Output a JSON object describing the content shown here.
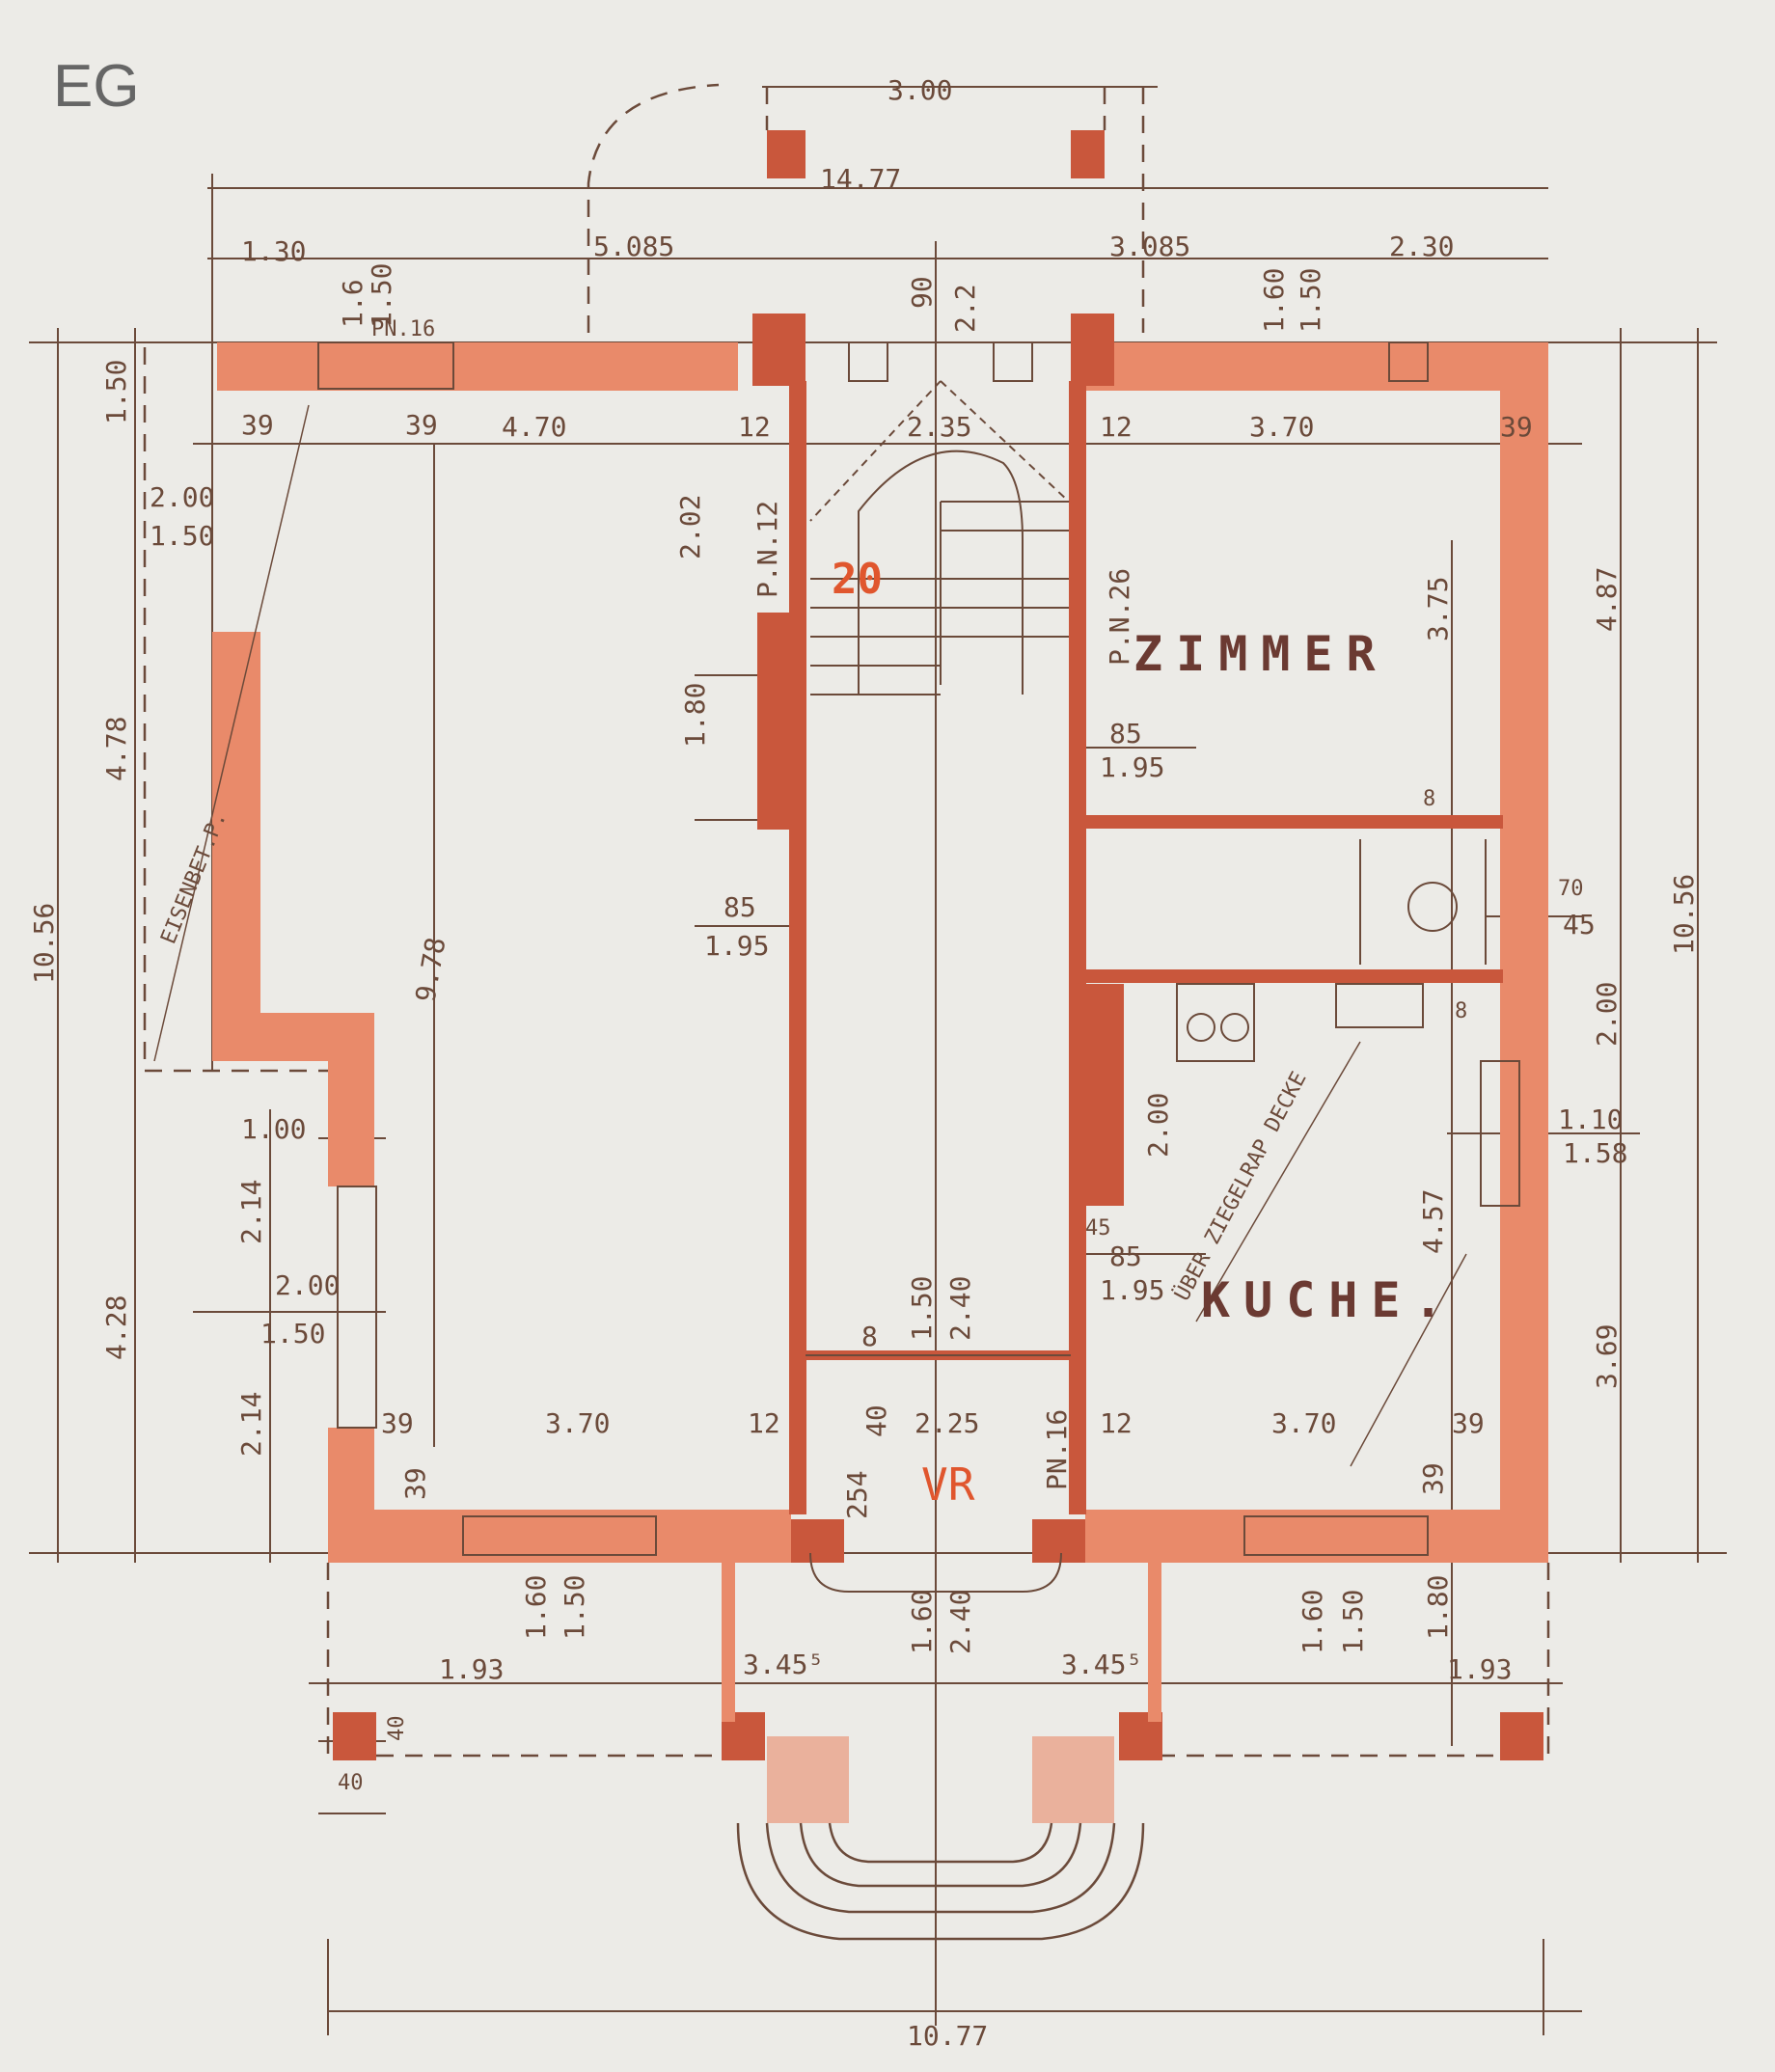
{
  "floor_label": "EG",
  "rooms": {
    "zimmer": "ZIMMER",
    "kuche": "KUCHE.",
    "vr": "VR",
    "stair_number": "20"
  },
  "notes": {
    "eisen": "EISENBET.P.",
    "ziegel": "ÜBER ZIEGELRAP DECKE",
    "pn12": "P.N.12",
    "pn26": "P.N.26",
    "pn16_top": "PN.16",
    "pn16_vr": "PN.16"
  },
  "dims": {
    "top_300": "3.00",
    "top_1477": "14.77",
    "top_5085": "5.085",
    "top_3085": "3.085",
    "top_130": "1.30",
    "top_230": "2.30",
    "top_150a": "1.50",
    "top_160b": "1.60",
    "top_150b": "1.50",
    "top_90": "90",
    "top_22": "2.2",
    "top_160a": "1.6",
    "row2_39a": "39",
    "row2_39b": "39",
    "row2_470": "4.70",
    "row2_12a": "12",
    "row2_235": "2.35",
    "row2_12b": "12",
    "row2_370": "3.70",
    "row2_39c": "39",
    "left_150": "1.50",
    "left_200": "2.00",
    "left_150b": "1.50",
    "left_478": "4.78",
    "left_1056": "10.56",
    "left_100": "1.00",
    "left_214a": "2.14",
    "left_428": "4.28",
    "left_200b": "2.00",
    "left_150c": "1.50",
    "left_214b": "2.14",
    "mid_978": "9.78",
    "st_202": "2.02",
    "st_180": "1.80",
    "st_85": "85",
    "st_195": "1.95",
    "z_85": "85",
    "z_195": "1.95",
    "z_375": "3.75",
    "right_487": "4.87",
    "right_1056": "10.56",
    "right_70": "70",
    "right_45": "45",
    "right_200": "2.00",
    "right_110": "1.10",
    "right_158": "1.58",
    "right_457": "4.57",
    "right_369": "3.69",
    "k_200": "2.00",
    "k_45": "45",
    "k_85": "85",
    "k_195": "1.95",
    "k_8a": "8",
    "k_8b": "8",
    "bot_39a": "39",
    "bot_370a": "3.70",
    "bot_12a": "12",
    "bot_225": "2.25",
    "bot_12b": "12",
    "bot_370b": "3.70",
    "bot_39b": "39",
    "bot_39c": "39",
    "bot_39d": "39",
    "hall_8": "8",
    "hall_150": "1.50",
    "hall_240": "2.40",
    "hall_40": "40",
    "hall_254": "254",
    "bot_160a": "1.60",
    "bot_150a": "1.50",
    "bot_193a": "1.93",
    "bot_3455a": "3.45⁵",
    "bot_160b": "1.60",
    "bot_240": "2.40",
    "bot_3455b": "3.45⁵",
    "bot_160c": "1.60",
    "bot_150b": "1.50",
    "bot_180": "1.80",
    "bot_193b": "1.93",
    "pier_40a": "40",
    "pier_40b": "40",
    "total_1077": "10.77"
  },
  "colors": {
    "paper": "#ecebe7",
    "brick": "#e98a6a",
    "ink": "#6b4a3a",
    "red": "#e0562e"
  }
}
